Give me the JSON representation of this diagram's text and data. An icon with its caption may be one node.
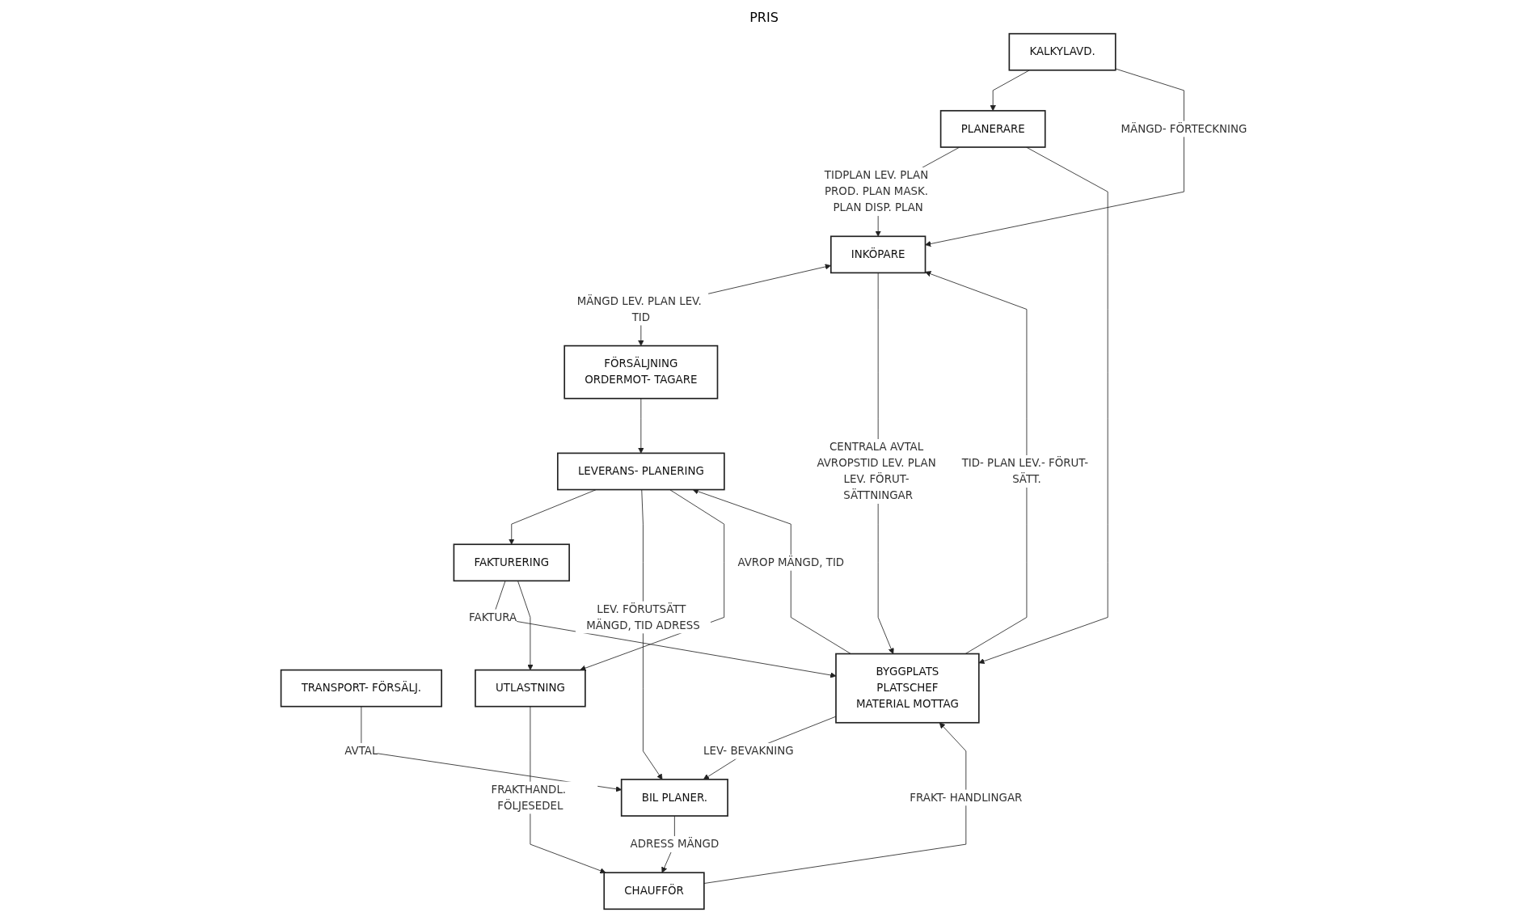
{
  "diagram": {
    "nodes": [
      {
        "text": [
          "KALKYLAVD."
        ]
      },
      {
        "text": [
          "PLANERARE"
        ]
      },
      {
        "text": [
          "FÖRSÄLJNING",
          "ORDERMOT- TAGARE"
        ]
      },
      {
        "text": [
          "TRANSPORT- FÖRSÄLJ."
        ]
      },
      {
        "text": [
          "INKÖPARE"
        ]
      },
      {
        "text": [
          "LEVERANS- PLANERING"
        ]
      },
      {
        "text": [
          "BIL PLANER."
        ]
      },
      {
        "text": [
          "BYGGPLATS",
          "PLATSCHEF",
          "MATERIAL MOTTAG"
        ]
      },
      {
        "text": [
          "FAKTURERING"
        ]
      },
      {
        "text": [
          "CHAUFFÖR"
        ]
      },
      {
        "text": [
          "UTLASTNING"
        ]
      }
    ],
    "edges": [
      {
        "from": 0,
        "to": 1,
        "arrow": "to"
      },
      {
        "from": 0,
        "to": 4,
        "arrow": "to",
        "label": "MÄNGD- FÖRTECKNING"
      },
      {
        "from": 1,
        "to": 4,
        "arrow": "to",
        "label": "TIDPLAN LEV. PLAN PROD. PLAN MASK. PLAN DISP. PLAN"
      },
      {
        "from": 1,
        "to": 7,
        "arrow": "to"
      },
      {
        "from": 4,
        "to": 2,
        "arrow": "both",
        "label": "MÄNGD LEV. PLAN LEV. TID"
      },
      {
        "from": 2,
        "to": 5,
        "arrow": "to"
      },
      {
        "from": 4,
        "to": 7,
        "arrow": "to",
        "label": "CENTRALA AVTAL AVROPSTID LEV. PLAN LEV. FÖRUT- SÄTTNINGAR"
      },
      {
        "from": 7,
        "to": 4,
        "arrow": "to",
        "label": "TID- PLAN LEV.- FÖRUT- SÄTT."
      },
      {
        "from": 7,
        "to": 5,
        "arrow": "to",
        "label": "AVROP MÄNGD, TID"
      },
      {
        "from": 5,
        "to": 8,
        "arrow": "to"
      },
      {
        "from": 8,
        "to": 7,
        "arrow": "to",
        "label": "FAKTURA"
      },
      {
        "from": 8,
        "to": 10,
        "arrow": "to"
      },
      {
        "from": 5,
        "to": 6,
        "arrow": "to",
        "label": "LEV. FÖRUTSÄTT MÄNGD, TID ADRESS"
      },
      {
        "from": 5,
        "to": 10,
        "arrow": "to"
      },
      {
        "from": 7,
        "to": 6,
        "arrow": "to",
        "label": "LEV- BEVAKNING"
      },
      {
        "from": 3,
        "to": 6,
        "arrow": "to",
        "label": "AVTAL"
      },
      {
        "from": 6,
        "to": 9,
        "arrow": "to",
        "label": "ADRESS MÄNGD"
      },
      {
        "from": 10,
        "to": 9,
        "arrow": "to",
        "label": "FRAKTHANDL. FÖLJESEDEL"
      },
      {
        "from": 9,
        "to": 7,
        "arrow": "to",
        "label": "FRAKT- HANDLINGAR"
      }
    ],
    "labels": [
      "PRIS"
    ]
  }
}
